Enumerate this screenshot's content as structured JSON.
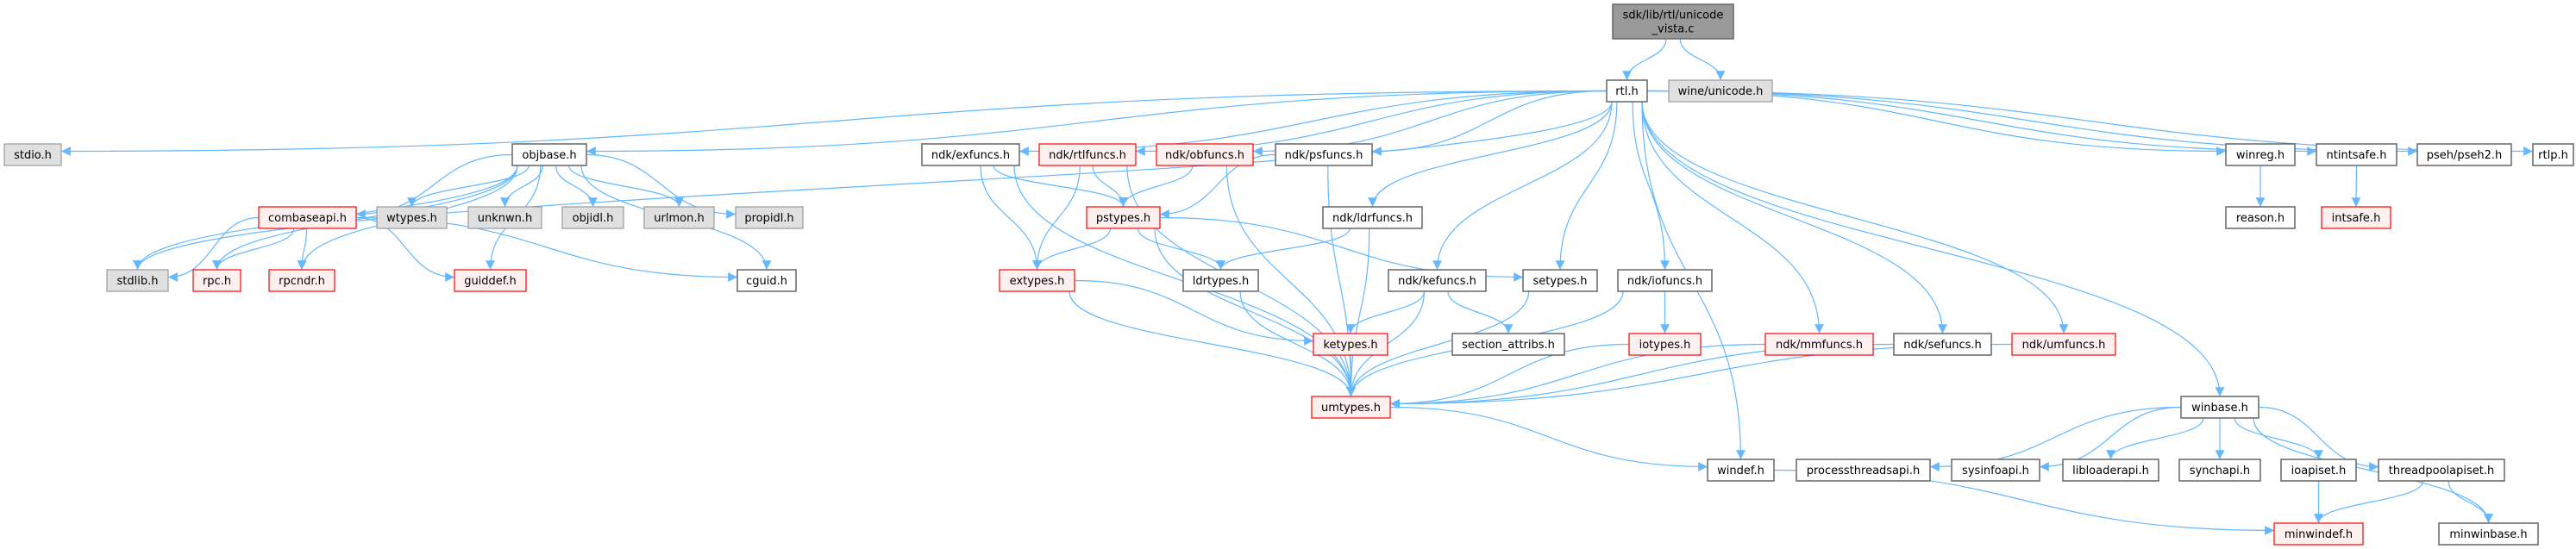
{
  "graph": {
    "title": "Include dependency graph for sdk/lib/rtl/unicode_vista.c",
    "colors": {
      "edge": "#63B8FF",
      "root_fill": "#999999",
      "root_border": "#666666",
      "normal_fill": "#FFFFFF",
      "normal_border": "#666666",
      "incomplete_fill": "#FFF0F0",
      "incomplete_border": "#FF0000",
      "external_fill": "#E0E0E0",
      "external_border": "#999999"
    },
    "nodes": {
      "root": {
        "label": [
          "sdk/lib/rtl/unicode",
          "_vista.c"
        ],
        "kind": "root"
      },
      "rtl": {
        "label": [
          "rtl.h"
        ],
        "kind": "normal"
      },
      "wine": {
        "label": [
          "wine/unicode.h"
        ],
        "kind": "external"
      },
      "stdio": {
        "label": [
          "stdio.h"
        ],
        "kind": "external"
      },
      "objbase": {
        "label": [
          "objbase.h"
        ],
        "kind": "normal"
      },
      "exfuncs": {
        "label": [
          "ndk/exfuncs.h"
        ],
        "kind": "normal"
      },
      "rtlfuncs": {
        "label": [
          "ndk/rtlfuncs.h"
        ],
        "kind": "incomplete"
      },
      "obfuncs": {
        "label": [
          "ndk/obfuncs.h"
        ],
        "kind": "incomplete"
      },
      "psfuncs": {
        "label": [
          "ndk/psfuncs.h"
        ],
        "kind": "normal"
      },
      "winreg": {
        "label": [
          "winreg.h"
        ],
        "kind": "normal"
      },
      "ntintsafe": {
        "label": [
          "ntintsafe.h"
        ],
        "kind": "normal"
      },
      "pseh2": {
        "label": [
          "pseh/pseh2.h"
        ],
        "kind": "normal"
      },
      "rtlp": {
        "label": [
          "rtlp.h"
        ],
        "kind": "normal"
      },
      "combaseapi": {
        "label": [
          "combaseapi.h"
        ],
        "kind": "incomplete"
      },
      "wtypes": {
        "label": [
          "wtypes.h"
        ],
        "kind": "external"
      },
      "unknwn": {
        "label": [
          "unknwn.h"
        ],
        "kind": "external"
      },
      "objidl": {
        "label": [
          "objidl.h"
        ],
        "kind": "external"
      },
      "urlmon": {
        "label": [
          "urlmon.h"
        ],
        "kind": "external"
      },
      "propidl": {
        "label": [
          "propidl.h"
        ],
        "kind": "external"
      },
      "pstypes": {
        "label": [
          "pstypes.h"
        ],
        "kind": "incomplete"
      },
      "ldrfuncs": {
        "label": [
          "ndk/ldrfuncs.h"
        ],
        "kind": "normal"
      },
      "reason": {
        "label": [
          "reason.h"
        ],
        "kind": "normal"
      },
      "intsafe": {
        "label": [
          "intsafe.h"
        ],
        "kind": "incomplete"
      },
      "stdlib": {
        "label": [
          "stdlib.h"
        ],
        "kind": "external"
      },
      "rpc": {
        "label": [
          "rpc.h"
        ],
        "kind": "incomplete"
      },
      "rpcndr": {
        "label": [
          "rpcndr.h"
        ],
        "kind": "incomplete"
      },
      "guiddef": {
        "label": [
          "guiddef.h"
        ],
        "kind": "incomplete"
      },
      "cguid": {
        "label": [
          "cguid.h"
        ],
        "kind": "normal"
      },
      "extypes": {
        "label": [
          "extypes.h"
        ],
        "kind": "incomplete"
      },
      "ldrtypes": {
        "label": [
          "ldrtypes.h"
        ],
        "kind": "normal"
      },
      "kefuncs": {
        "label": [
          "ndk/kefuncs.h"
        ],
        "kind": "normal"
      },
      "setypes": {
        "label": [
          "setypes.h"
        ],
        "kind": "normal"
      },
      "iofuncs": {
        "label": [
          "ndk/iofuncs.h"
        ],
        "kind": "normal"
      },
      "ketypes": {
        "label": [
          "ketypes.h"
        ],
        "kind": "incomplete"
      },
      "section": {
        "label": [
          "section_attribs.h"
        ],
        "kind": "normal"
      },
      "iotypes": {
        "label": [
          "iotypes.h"
        ],
        "kind": "incomplete"
      },
      "mmfuncs": {
        "label": [
          "ndk/mmfuncs.h"
        ],
        "kind": "incomplete"
      },
      "sefuncs": {
        "label": [
          "ndk/sefuncs.h"
        ],
        "kind": "normal"
      },
      "umfuncs": {
        "label": [
          "ndk/umfuncs.h"
        ],
        "kind": "incomplete"
      },
      "umtypes": {
        "label": [
          "umtypes.h"
        ],
        "kind": "incomplete"
      },
      "winbase": {
        "label": [
          "winbase.h"
        ],
        "kind": "normal"
      },
      "windef": {
        "label": [
          "windef.h"
        ],
        "kind": "normal"
      },
      "processthreadsapi": {
        "label": [
          "processthreadsapi.h"
        ],
        "kind": "normal"
      },
      "sysinfoapi": {
        "label": [
          "sysinfoapi.h"
        ],
        "kind": "normal"
      },
      "libloaderapi": {
        "label": [
          "libloaderapi.h"
        ],
        "kind": "normal"
      },
      "synchapi": {
        "label": [
          "synchapi.h"
        ],
        "kind": "normal"
      },
      "ioapiset": {
        "label": [
          "ioapiset.h"
        ],
        "kind": "normal"
      },
      "threadpoolapiset": {
        "label": [
          "threadpoolapiset.h"
        ],
        "kind": "normal"
      },
      "minwindef": {
        "label": [
          "minwindef.h"
        ],
        "kind": "incomplete"
      },
      "minwinbase": {
        "label": [
          "minwinbase.h"
        ],
        "kind": "normal"
      }
    },
    "edges": [
      [
        "root",
        "rtl"
      ],
      [
        "root",
        "wine"
      ],
      [
        "rtl",
        "stdio"
      ],
      [
        "rtl",
        "objbase"
      ],
      [
        "rtl",
        "stdlib"
      ],
      [
        "rtl",
        "exfuncs"
      ],
      [
        "rtl",
        "rtlfuncs"
      ],
      [
        "rtl",
        "obfuncs"
      ],
      [
        "rtl",
        "psfuncs"
      ],
      [
        "rtl",
        "ldrfuncs"
      ],
      [
        "rtl",
        "kefuncs"
      ],
      [
        "rtl",
        "setypes"
      ],
      [
        "rtl",
        "iofuncs"
      ],
      [
        "rtl",
        "mmfuncs"
      ],
      [
        "rtl",
        "sefuncs"
      ],
      [
        "rtl",
        "umfuncs"
      ],
      [
        "rtl",
        "windef"
      ],
      [
        "rtl",
        "winbase"
      ],
      [
        "rtl",
        "winreg"
      ],
      [
        "rtl",
        "ntintsafe"
      ],
      [
        "rtl",
        "pseh2"
      ],
      [
        "rtl",
        "rtlp"
      ],
      [
        "objbase",
        "stdlib"
      ],
      [
        "objbase",
        "rpc"
      ],
      [
        "objbase",
        "rpcndr"
      ],
      [
        "objbase",
        "combaseapi"
      ],
      [
        "objbase",
        "wtypes"
      ],
      [
        "objbase",
        "unknwn"
      ],
      [
        "objbase",
        "objidl"
      ],
      [
        "objbase",
        "urlmon"
      ],
      [
        "objbase",
        "propidl"
      ],
      [
        "objbase",
        "guiddef"
      ],
      [
        "objbase",
        "cguid"
      ],
      [
        "combaseapi",
        "stdlib"
      ],
      [
        "combaseapi",
        "rpc"
      ],
      [
        "combaseapi",
        "rpcndr"
      ],
      [
        "combaseapi",
        "guiddef"
      ],
      [
        "combaseapi",
        "cguid"
      ],
      [
        "exfuncs",
        "pstypes"
      ],
      [
        "exfuncs",
        "extypes"
      ],
      [
        "exfuncs",
        "umtypes"
      ],
      [
        "rtlfuncs",
        "pstypes"
      ],
      [
        "rtlfuncs",
        "extypes"
      ],
      [
        "rtlfuncs",
        "umtypes"
      ],
      [
        "obfuncs",
        "pstypes"
      ],
      [
        "obfuncs",
        "umtypes"
      ],
      [
        "psfuncs",
        "pstypes"
      ],
      [
        "psfuncs",
        "umtypes"
      ],
      [
        "pstypes",
        "extypes"
      ],
      [
        "pstypes",
        "ldrtypes"
      ],
      [
        "pstypes",
        "setypes"
      ],
      [
        "pstypes",
        "umtypes"
      ],
      [
        "ldrfuncs",
        "ldrtypes"
      ],
      [
        "ldrfuncs",
        "umtypes"
      ],
      [
        "extypes",
        "ketypes"
      ],
      [
        "extypes",
        "umtypes"
      ],
      [
        "ldrtypes",
        "umtypes"
      ],
      [
        "kefuncs",
        "ketypes"
      ],
      [
        "kefuncs",
        "section"
      ],
      [
        "kefuncs",
        "umtypes"
      ],
      [
        "setypes",
        "umtypes"
      ],
      [
        "iofuncs",
        "iotypes"
      ],
      [
        "iofuncs",
        "umtypes"
      ],
      [
        "iotypes",
        "umtypes"
      ],
      [
        "mmfuncs",
        "umtypes"
      ],
      [
        "sefuncs",
        "umtypes"
      ],
      [
        "umfuncs",
        "umtypes"
      ],
      [
        "ketypes",
        "umtypes"
      ],
      [
        "umtypes",
        "windef"
      ],
      [
        "windef",
        "minwindef"
      ],
      [
        "winbase",
        "processthreadsapi"
      ],
      [
        "winbase",
        "sysinfoapi"
      ],
      [
        "winbase",
        "libloaderapi"
      ],
      [
        "winbase",
        "synchapi"
      ],
      [
        "winbase",
        "ioapiset"
      ],
      [
        "winbase",
        "threadpoolapiset"
      ],
      [
        "winbase",
        "minwinbase"
      ],
      [
        "ioapiset",
        "minwindef"
      ],
      [
        "threadpoolapiset",
        "minwindef"
      ],
      [
        "threadpoolapiset",
        "minwinbase"
      ],
      [
        "winreg",
        "reason"
      ],
      [
        "ntintsafe",
        "intsafe"
      ]
    ]
  }
}
